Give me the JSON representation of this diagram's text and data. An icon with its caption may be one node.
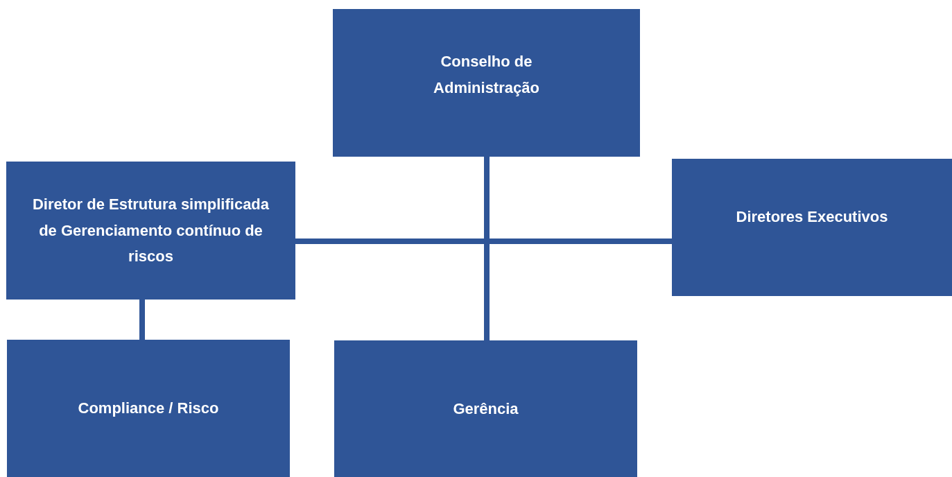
{
  "diagram": {
    "nodes": [
      {
        "text": [
          "Conselho de Administração"
        ]
      },
      {
        "text": [
          "Diretor de Estrutura simplificada de Gerenciamento contínuo de riscos"
        ]
      },
      {
        "text": [
          "Diretores Executivos"
        ]
      },
      {
        "text": [
          "Compliance / Risco"
        ]
      },
      {
        "text": [
          "Gerência"
        ]
      }
    ],
    "edges": [
      {
        "from": 0,
        "to": 4,
        "arrow": "none"
      },
      {
        "from": 1,
        "to": 2,
        "arrow": "none"
      },
      {
        "from": 1,
        "to": 3,
        "arrow": "none"
      }
    ]
  }
}
